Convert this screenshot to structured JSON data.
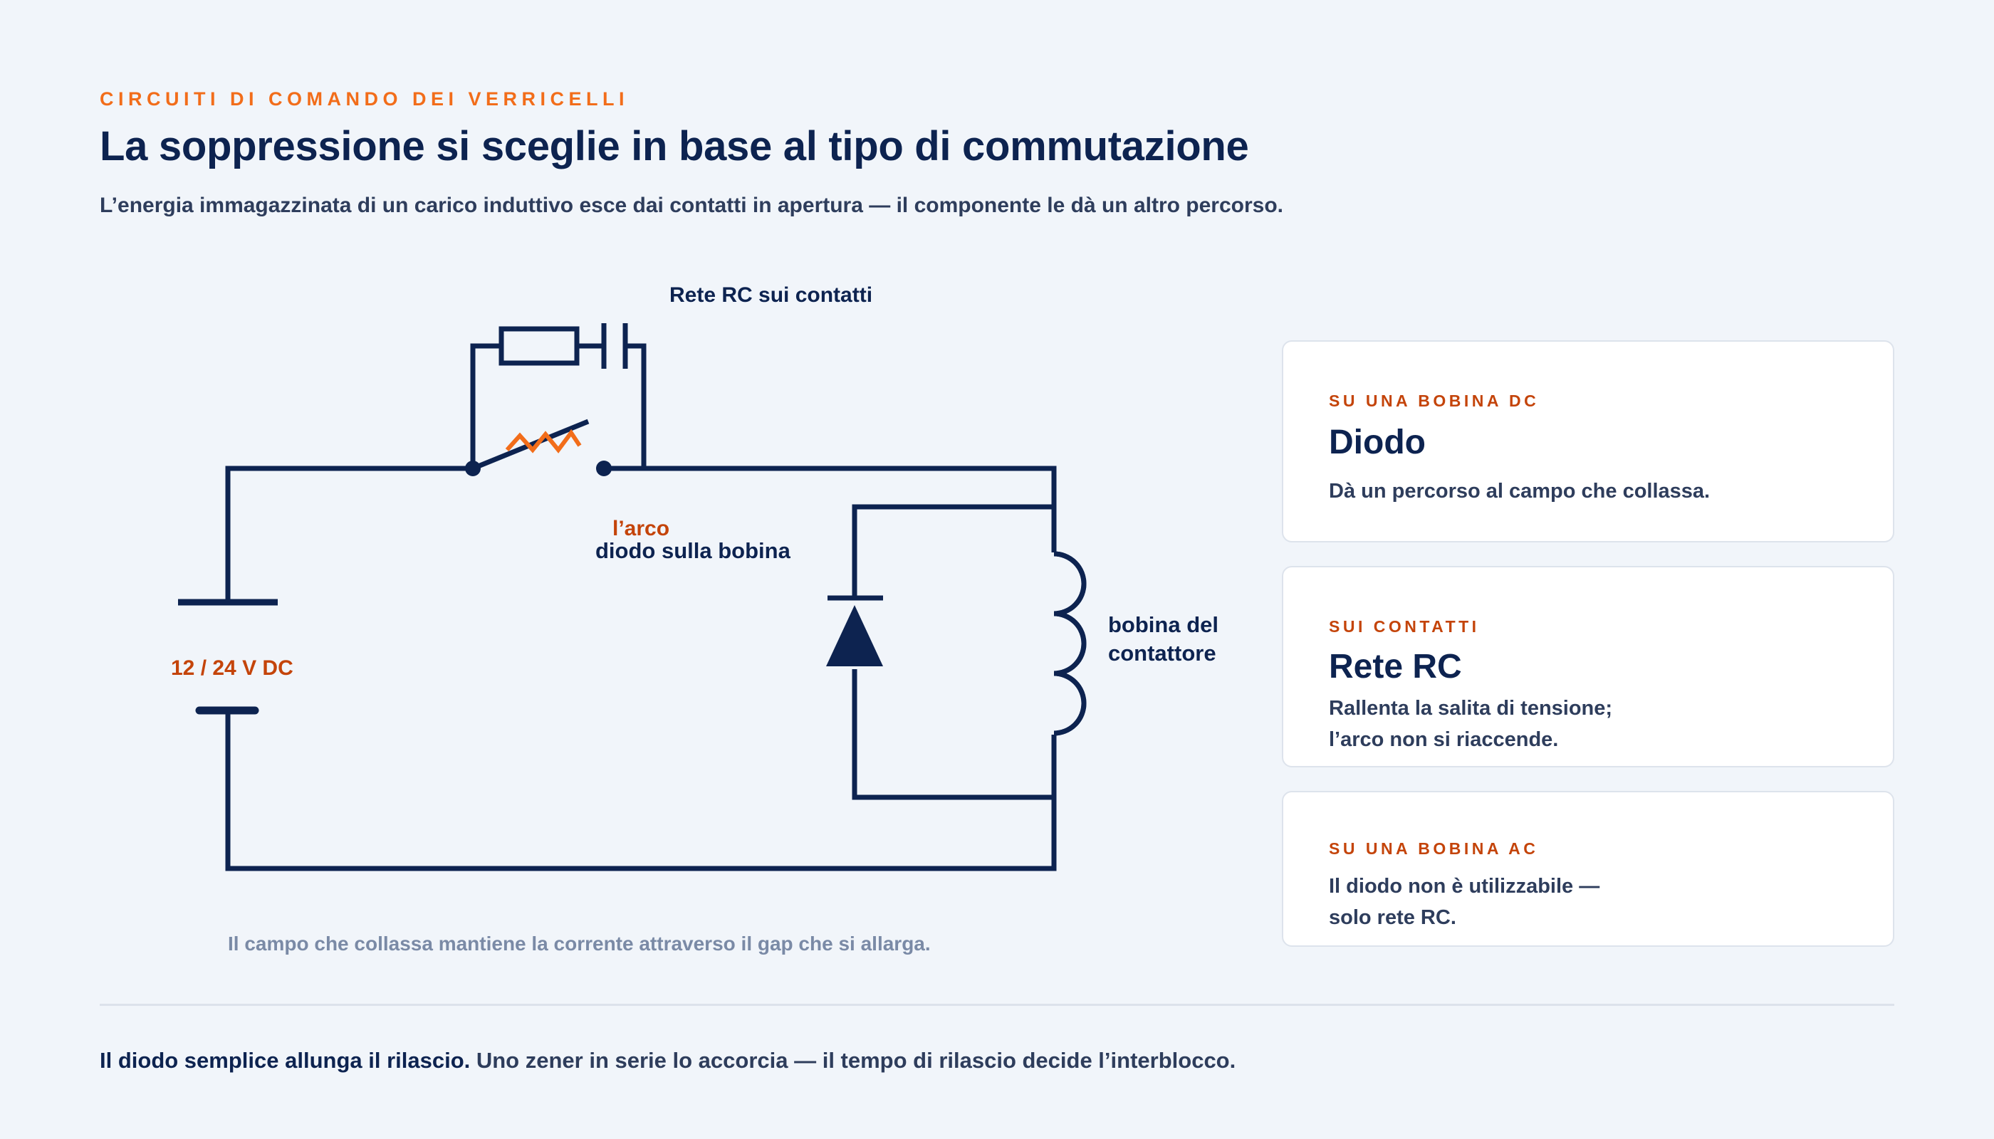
{
  "header": {
    "eyebrow": "CIRCUITI DI COMANDO DEI VERRICELLI",
    "title": "La soppressione si sceglie in base al tipo di commutazione",
    "subtitle": "L’energia immagazzinata di un carico induttivo esce dai contatti in apertura — il componente le dà un altro percorso."
  },
  "diagram": {
    "rc_label": "Rete RC sui contatti",
    "arc_label": "l’arco",
    "diode_label": "diodo sulla bobina",
    "coil_label_line1": "bobina del",
    "coil_label_line2": "contattore",
    "battery_label": "12 / 24 V DC",
    "caption": "Il campo che collassa mantiene la corrente attraverso il gap che si allarga.",
    "colors": {
      "wire": "#0d2350",
      "accent": "#f26d1a",
      "label_accent": "#c4440a"
    }
  },
  "cards": [
    {
      "kicker": "SU UNA BOBINA DC",
      "heading": "Diodo",
      "body": [
        "Dà un percorso al campo che collassa."
      ]
    },
    {
      "kicker": "SUI CONTATTI",
      "heading": "Rete RC",
      "body": [
        "Rallenta la salita di tensione;",
        "l’arco non si riaccende."
      ]
    },
    {
      "kicker": "SU UNA BOBINA AC",
      "heading": "",
      "body": [
        "Il diodo non è utilizzabile —",
        "solo rete RC."
      ]
    }
  ],
  "footer": {
    "lead": "Il diodo semplice allunga il rilascio.",
    "rest": " Uno zener in serie lo accorcia — il tempo di rilascio decide l’interblocco."
  }
}
